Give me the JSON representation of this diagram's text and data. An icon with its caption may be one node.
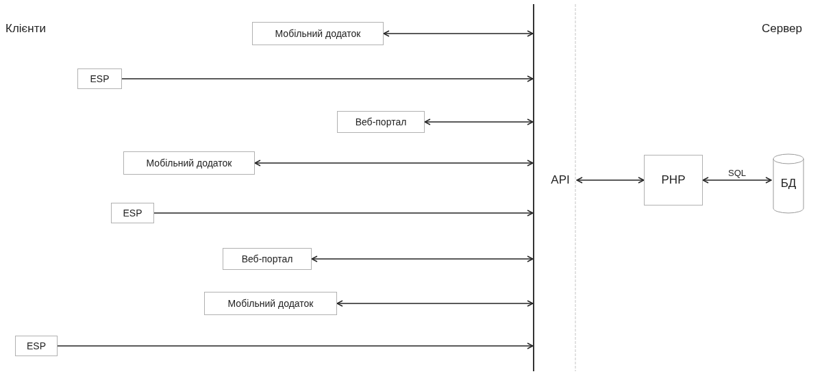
{
  "diagram": {
    "nodes": [
      {
        "text": [
          "Мобільний додаток"
        ]
      },
      {
        "text": [
          "ESP"
        ]
      },
      {
        "text": [
          "Веб-портал"
        ]
      },
      {
        "text": [
          "Мобільний додаток"
        ]
      },
      {
        "text": [
          "ESP"
        ]
      },
      {
        "text": [
          "Веб-портал"
        ]
      },
      {
        "text": [
          "Мобільний додаток"
        ]
      },
      {
        "text": [
          "ESP"
        ]
      },
      {
        "text": [],
        "shape": "bar"
      },
      {
        "text": [
          "API"
        ]
      },
      {
        "text": [
          "PHP"
        ]
      },
      {
        "text": [
          "БД"
        ]
      }
    ],
    "edges": [
      {
        "from": 0,
        "to": 8,
        "arrow": "both"
      },
      {
        "from": 1,
        "to": 8,
        "arrow": "to"
      },
      {
        "from": 2,
        "to": 8,
        "arrow": "both"
      },
      {
        "from": 3,
        "to": 8,
        "arrow": "both"
      },
      {
        "from": 4,
        "to": 8,
        "arrow": "to"
      },
      {
        "from": 5,
        "to": 8,
        "arrow": "both"
      },
      {
        "from": 6,
        "to": 8,
        "arrow": "both"
      },
      {
        "from": 7,
        "to": 8,
        "arrow": "to"
      },
      {
        "from": 9,
        "to": 10,
        "arrow": "both"
      },
      {
        "from": 10,
        "to": 11,
        "arrow": "both",
        "label": "SQL"
      }
    ],
    "labels": [
      "Клієнти",
      "Сервер"
    ]
  }
}
